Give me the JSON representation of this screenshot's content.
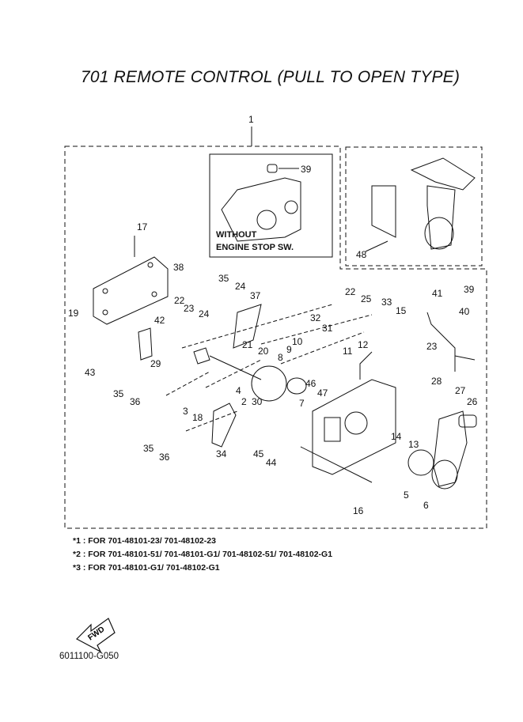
{
  "title": "701 REMOTE CONTROL (PULL TO OPEN TYPE)",
  "inset_label_line1": "WITHOUT",
  "inset_label_line2": "ENGINE STOP SW.",
  "notes": [
    "*1 : FOR 701-48101-23/ 701-48102-23",
    "*2 : FOR 701-48101-51/ 701-48101-G1/ 701-48102-51/ 701-48102-G1",
    "*3 : FOR 701-48101-G1/ 701-48102-G1"
  ],
  "fwd_label": "FWD",
  "drawing_code": "6011100-G050",
  "callouts": [
    "1",
    "2",
    "3",
    "4",
    "5",
    "6",
    "7",
    "8",
    "9",
    "10",
    "11",
    "12",
    "13",
    "14",
    "15",
    "16",
    "17",
    "18",
    "19",
    "20",
    "21",
    "22",
    "22",
    "23",
    "23",
    "24",
    "24",
    "25",
    "26",
    "27",
    "28",
    "29",
    "30",
    "31",
    "32",
    "33",
    "34",
    "35",
    "35",
    "35",
    "36",
    "36",
    "37",
    "38",
    "39",
    "39",
    "40",
    "41",
    "42",
    "43",
    "44",
    "45",
    "46",
    "47",
    "48"
  ]
}
